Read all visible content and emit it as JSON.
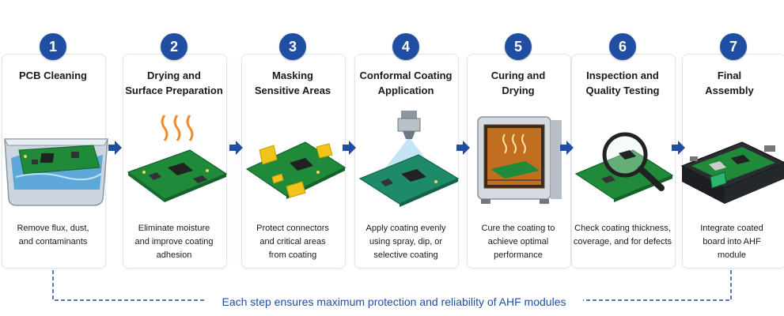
{
  "colors": {
    "accent": "#1f4ea3",
    "board": "#1f8a3a",
    "text": "#1a1a1a"
  },
  "steps": [
    {
      "number": "1",
      "title": "PCB Cleaning",
      "description": "Remove flux, dust,\nand contaminants",
      "illustration": "pcb-in-cleaning-tank"
    },
    {
      "number": "2",
      "title": "Drying and\nSurface Preparation",
      "description": "Eliminate moisture\nand improve coating\nadhesion",
      "illustration": "pcb-with-heat-waves"
    },
    {
      "number": "3",
      "title": "Masking\nSensitive Areas",
      "description": "Protect connectors\nand critical areas\nfrom coating",
      "illustration": "pcb-with-yellow-masking"
    },
    {
      "number": "4",
      "title": "Conformal Coating\nApplication",
      "description": "Apply coating evenly\nusing spray, dip, or\nselective coating",
      "illustration": "spray-nozzle-over-pcb"
    },
    {
      "number": "5",
      "title": "Curing and\nDrying",
      "description": "Cure the coating to\nachieve optimal\nperformance",
      "illustration": "curing-oven"
    },
    {
      "number": "6",
      "title": "Inspection and\nQuality Testing",
      "description": "Check coating thickness,\ncoverage, and for defects",
      "illustration": "magnifier-over-pcb"
    },
    {
      "number": "7",
      "title": "Final\nAssembly",
      "description": "Integrate coated\nboard into AHF\nmodule",
      "illustration": "board-in-enclosure"
    }
  ],
  "footer": "Each step ensures maximum protection and reliability of AHF modules"
}
